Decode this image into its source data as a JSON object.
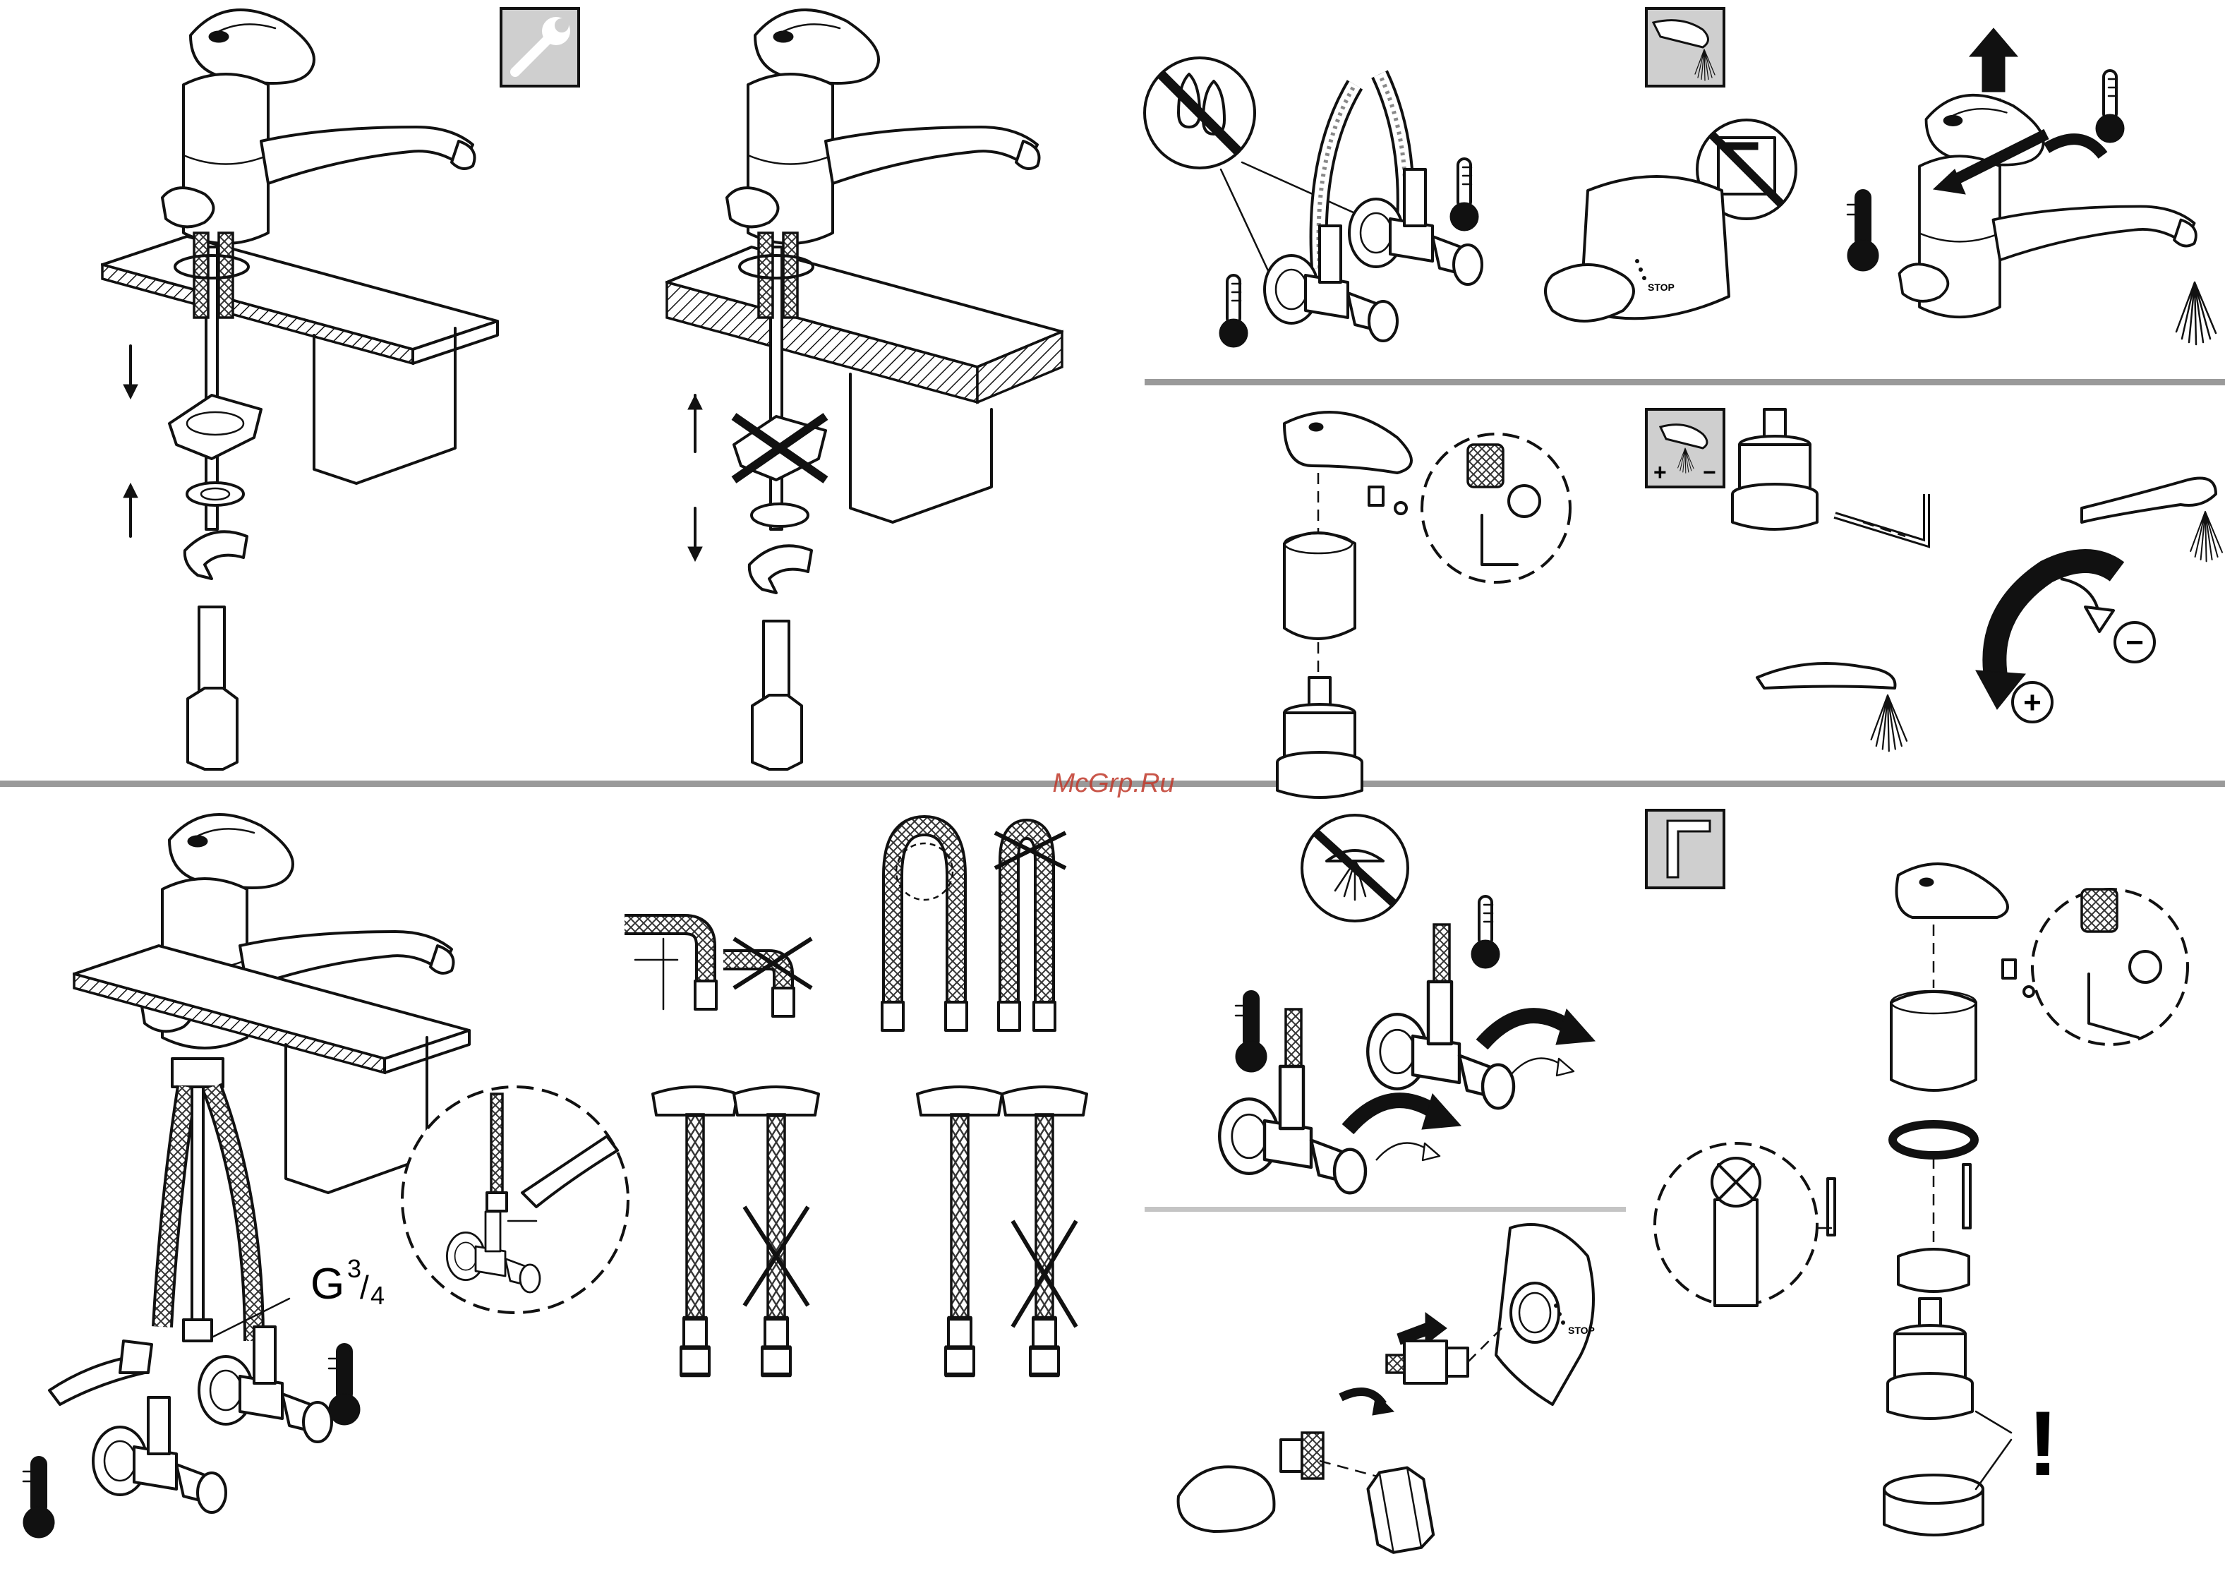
{
  "watermark": "McGrp.Ru",
  "thread_label": {
    "main": "G",
    "sup": "3",
    "sub": "4"
  },
  "stop_label": "STOP",
  "adjust_signs": {
    "plus": "+",
    "minus": "−"
  },
  "warning_mark": "!",
  "colors": {
    "line": "#111111",
    "divider": "#9a9a9a",
    "icon_bg": "#cfcfcf",
    "watermark": "#c0392b"
  },
  "icons": {
    "installation": "wrench-icon",
    "flow_limit": "faucet-spray-icon",
    "temperature_adjust": "faucet-plus-minus-icon",
    "service": "hex-key-icon",
    "no_pressure": "no-water-drops-icon",
    "no_boiler": "no-boiler-icon",
    "no_shower": "no-shower-icon",
    "hot": "thermometer-hot-icon",
    "cold": "thermometer-cold-icon"
  }
}
